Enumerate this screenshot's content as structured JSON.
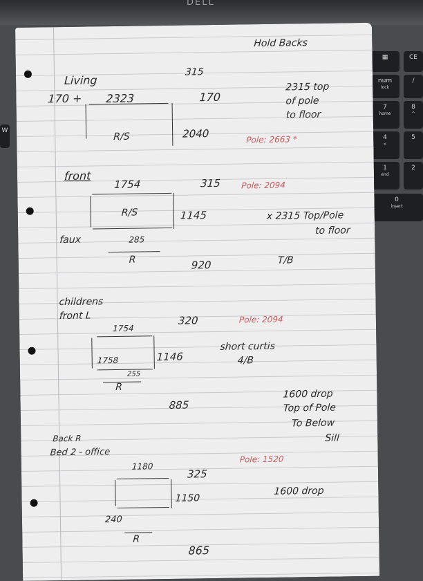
{
  "laptop": {
    "logo": "DELL",
    "left_key": "W",
    "keys": [
      {
        "main": "▦",
        "sub": ""
      },
      {
        "main": "num",
        "sub": "lock"
      },
      {
        "main": "7",
        "sub": "home"
      },
      {
        "main": "4",
        "sub": "<"
      },
      {
        "main": "1",
        "sub": "end"
      },
      {
        "main": "0",
        "sub": "insert"
      }
    ],
    "keys2": [
      {
        "main": "CE"
      },
      {
        "main": "/"
      },
      {
        "main": "8",
        "sub": "^"
      },
      {
        "main": "5"
      },
      {
        "main": "2"
      }
    ]
  },
  "header": "Hold Backs",
  "sections": [
    {
      "title": "Living",
      "left": "170 +",
      "width": "2323",
      "corner": "315",
      "right": "170",
      "label": "R/S",
      "drop": "2040",
      "note": [
        "2315 top",
        "of pole",
        "to floor"
      ],
      "pole": "Pole: 2663 *"
    },
    {
      "title": "front",
      "width": "1754",
      "corner": "315",
      "label": "R/S",
      "drop": "1145",
      "side": "faux",
      "sub_width": "285",
      "sub_label": "R",
      "sub_drop": "920",
      "pole": "Pole: 2094",
      "note": [
        "x 2315 Top/Pole",
        "to floor"
      ],
      "note2": "T/B"
    },
    {
      "title": [
        "childrens",
        "front L"
      ],
      "width": "1754",
      "corner": "320",
      "inner": "1758",
      "drop": "1146",
      "sub_width": "255",
      "sub_label": "R",
      "sub_drop": "885",
      "pole": "Pole: 2094",
      "note": [
        "short curtis",
        "4/B"
      ],
      "note2": [
        "1600 drop",
        "Top of Pole",
        "To Below",
        "Sill"
      ]
    },
    {
      "title": [
        "Back R",
        "Bed 2 - office"
      ],
      "width": "1180",
      "corner": "325",
      "drop": "1150",
      "sub_width": "240",
      "sub_label": "R",
      "sub_drop": "865",
      "pole": "Pole: 1520",
      "note": "1600 drop"
    }
  ]
}
